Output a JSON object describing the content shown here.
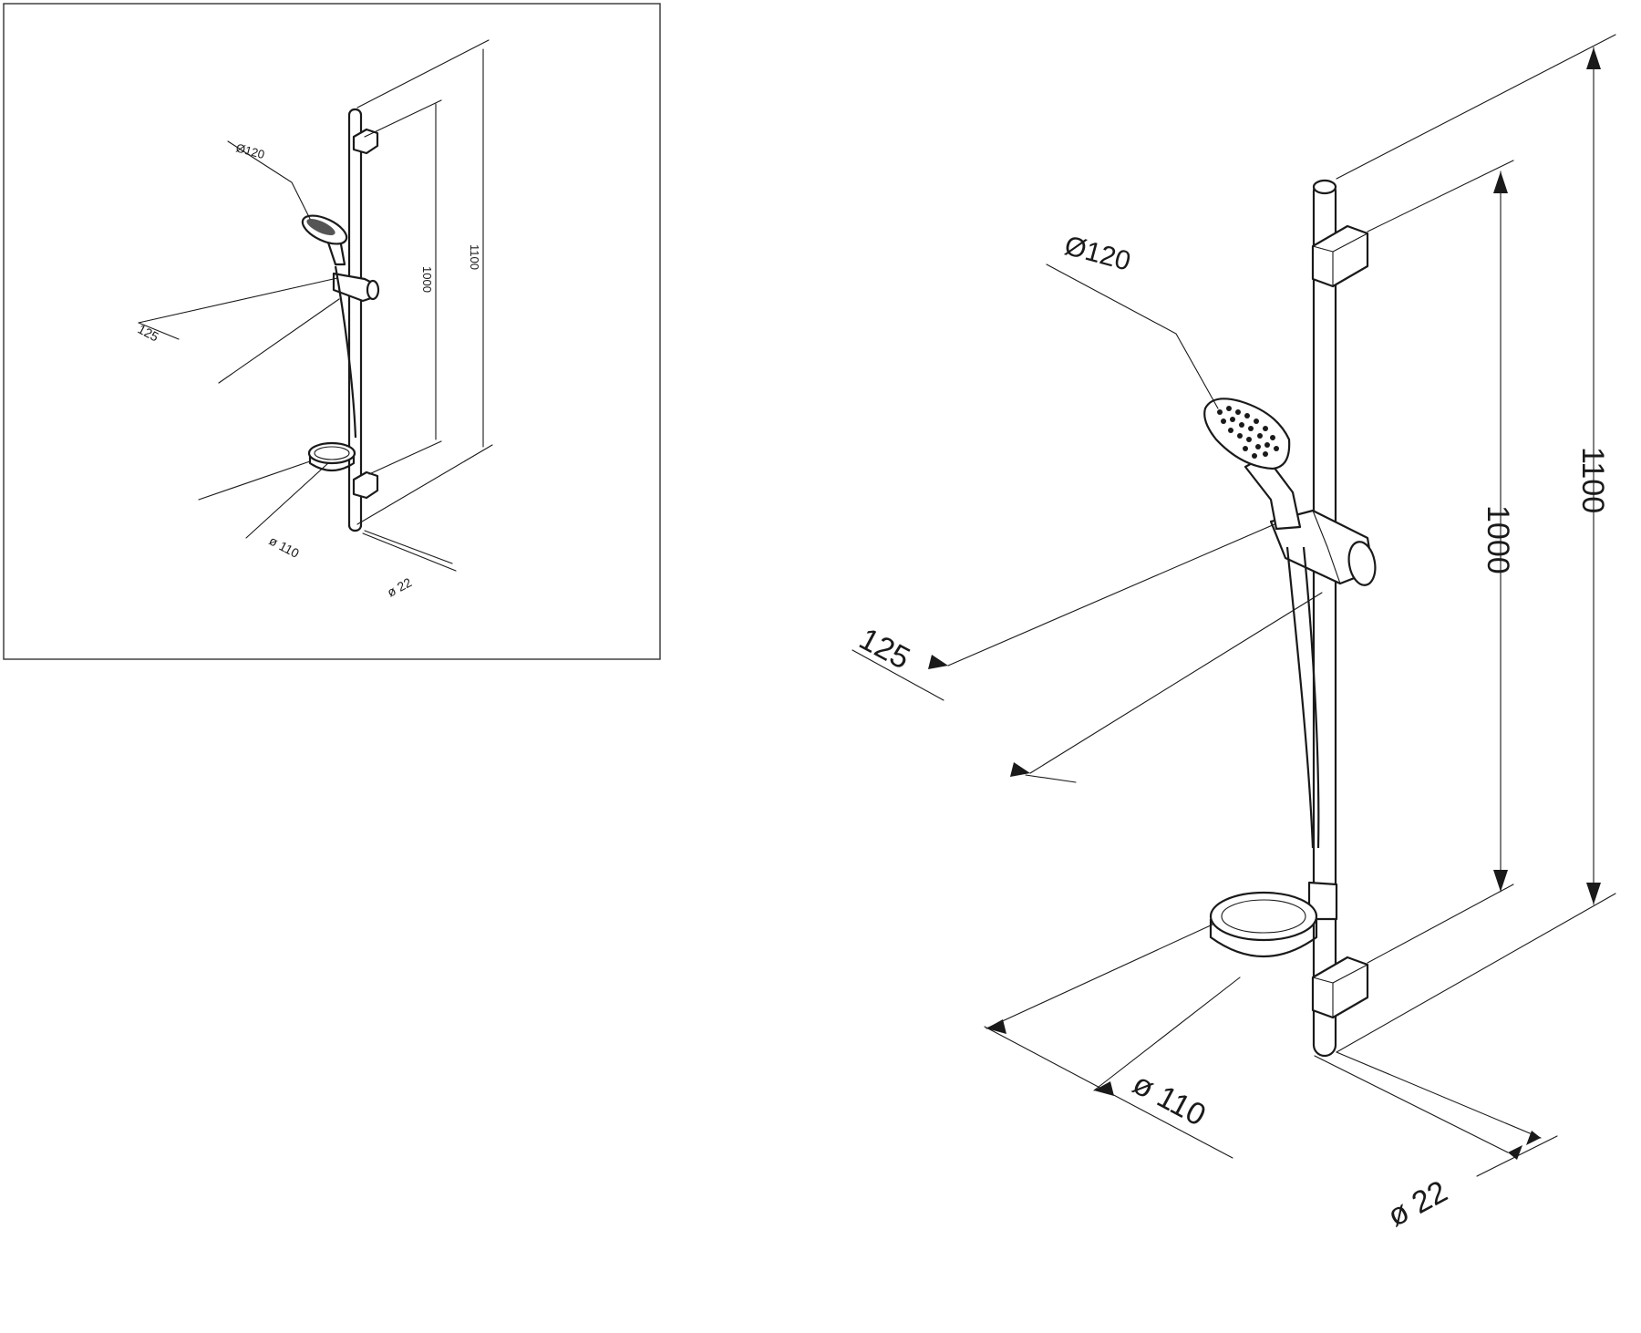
{
  "drawing": {
    "views": [
      {
        "id": "thumbnail",
        "dimensions": {
          "head_diameter": "Ø120",
          "reach": "125",
          "total_height": "1100",
          "rail_length": "1000",
          "dish_diameter": "ø 110",
          "rail_diameter": "ø 22"
        }
      },
      {
        "id": "main",
        "dimensions": {
          "head_diameter": "Ø120",
          "reach": "125",
          "total_height": "1100",
          "rail_length": "1000",
          "dish_diameter": "ø 110",
          "rail_diameter": "ø 22"
        }
      }
    ]
  }
}
